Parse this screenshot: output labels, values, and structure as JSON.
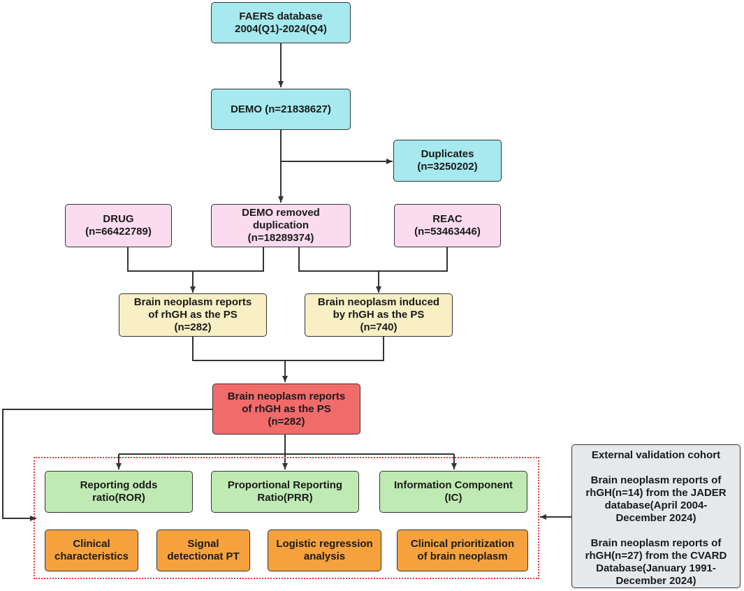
{
  "source": {
    "line1": "FAERS database",
    "line2": "2004(Q1)-2024(Q4)"
  },
  "demo": {
    "line1": "DEMO (n=21838627)"
  },
  "duplicates": {
    "line1": "Duplicates",
    "line2": "(n=3250202)"
  },
  "drug": {
    "line1": "DRUG",
    "line2": "(n=66422789)"
  },
  "demo_removed": {
    "line1": "DEMO removed",
    "line2": "duplication",
    "line3": "(n=18289374)"
  },
  "reac": {
    "line1": "REAC",
    "line2": "(n=53463446)"
  },
  "reports_ps": {
    "line1": "Brain neoplasm reports",
    "line2": "of rhGH as the PS",
    "line3": "(n=282)"
  },
  "induced_ps": {
    "line1": "Brain neoplasm induced",
    "line2": "by rhGH as the PS",
    "line3": "(n=740)"
  },
  "final": {
    "line1": "Brain neoplasm reports",
    "line2": "of rhGH as the PS",
    "line3": "(n=282)"
  },
  "methods": [
    {
      "line1": "Reporting odds",
      "line2": "ratio(ROR)"
    },
    {
      "line1": "Proportional Reporting",
      "line2": "Ratio(PRR)"
    },
    {
      "line1": "Information Component",
      "line2": "(IC)"
    }
  ],
  "analyses": [
    {
      "line1": "Clinical",
      "line2": "characteristics"
    },
    {
      "line1": "Signal",
      "line2": "detectionat PT"
    },
    {
      "line1": "Logistic regression",
      "line2": "analysis"
    },
    {
      "line1": "Clinical prioritization",
      "line2": "of brain neoplasm"
    }
  ],
  "validation": {
    "title": "External validation cohort",
    "jader": [
      "Brain neoplasm reports of",
      "rhGH(n=14) from the JADER",
      "database(April 2004-",
      "December 2024)"
    ],
    "cvard": [
      "Brain neoplasm reports of",
      "rhGH(n=27) from the CVARD",
      "Database(January 1991-",
      "December 2024)"
    ]
  },
  "colors": {
    "cyan": "#a6e9ee",
    "pink": "#fbdcee",
    "yellow": "#f8efc4",
    "red": "#f26b6b",
    "green": "#bfeab3",
    "orange": "#f5a23e",
    "grey": "#e6e9ec",
    "dashed_border": "#e23b3b",
    "line": "#333333"
  }
}
